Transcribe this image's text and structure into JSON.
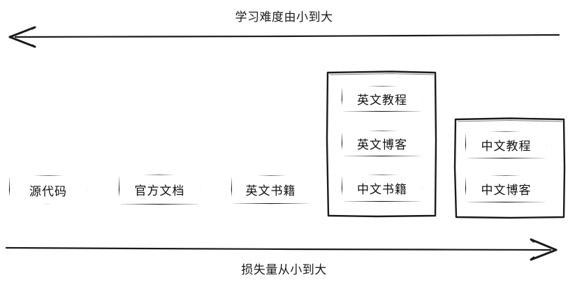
{
  "diagram": {
    "title_top": "学习难度由小到大",
    "title_bottom": "损失量从小到大",
    "stroke_color": "#1a1a1a",
    "background": "#ffffff",
    "axes": [
      {
        "name": "difficulty-axis",
        "label": "学习难度由小到大",
        "direction": "left",
        "position": "top"
      },
      {
        "name": "loss-axis",
        "label": "损失量从小到大",
        "direction": "right",
        "position": "bottom"
      }
    ],
    "columns": [
      {
        "id": "col-1",
        "grouped": false,
        "items": [
          {
            "label": "源代码"
          }
        ]
      },
      {
        "id": "col-2",
        "grouped": false,
        "items": [
          {
            "label": "官方文档"
          }
        ]
      },
      {
        "id": "col-3",
        "grouped": false,
        "items": [
          {
            "label": "英文书籍"
          }
        ]
      },
      {
        "id": "col-4",
        "grouped": true,
        "items": [
          {
            "label": "英文教程"
          },
          {
            "label": "英文博客"
          },
          {
            "label": "中文书籍"
          }
        ]
      },
      {
        "id": "col-5",
        "grouped": true,
        "items": [
          {
            "label": "中文教程"
          },
          {
            "label": "中文博客"
          }
        ]
      }
    ]
  }
}
